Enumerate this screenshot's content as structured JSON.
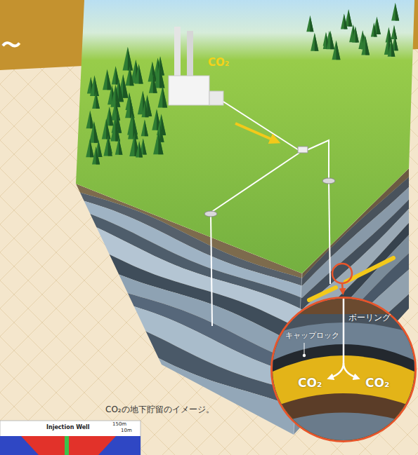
{
  "diagram": {
    "caption": "CO₂の地下貯留のイメージ。",
    "nodes": [
      {
        "text": [
          "ボーリング",
          "キャップロック",
          "CO₂",
          "CO₂"
        ]
      }
    ],
    "labels": [
      "〜",
      "CO₂",
      "Injection Well",
      "150m",
      "10m"
    ]
  }
}
